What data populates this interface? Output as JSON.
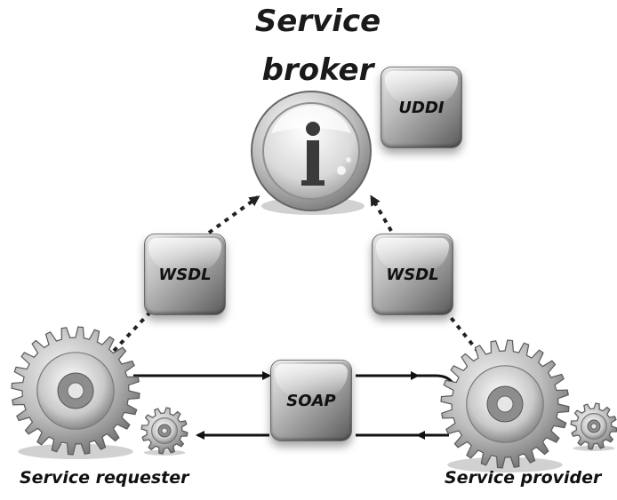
{
  "title": {
    "line1": "Service",
    "line2": "broker"
  },
  "boxes": {
    "uddi": "UDDI",
    "wsdl_left": "WSDL",
    "wsdl_right": "WSDL",
    "soap": "SOAP"
  },
  "captions": {
    "requester": "Service requester",
    "provider": "Service provider"
  },
  "icons": {
    "broker": "info-icon",
    "requester": "gear-icon",
    "provider": "gear-icon"
  }
}
